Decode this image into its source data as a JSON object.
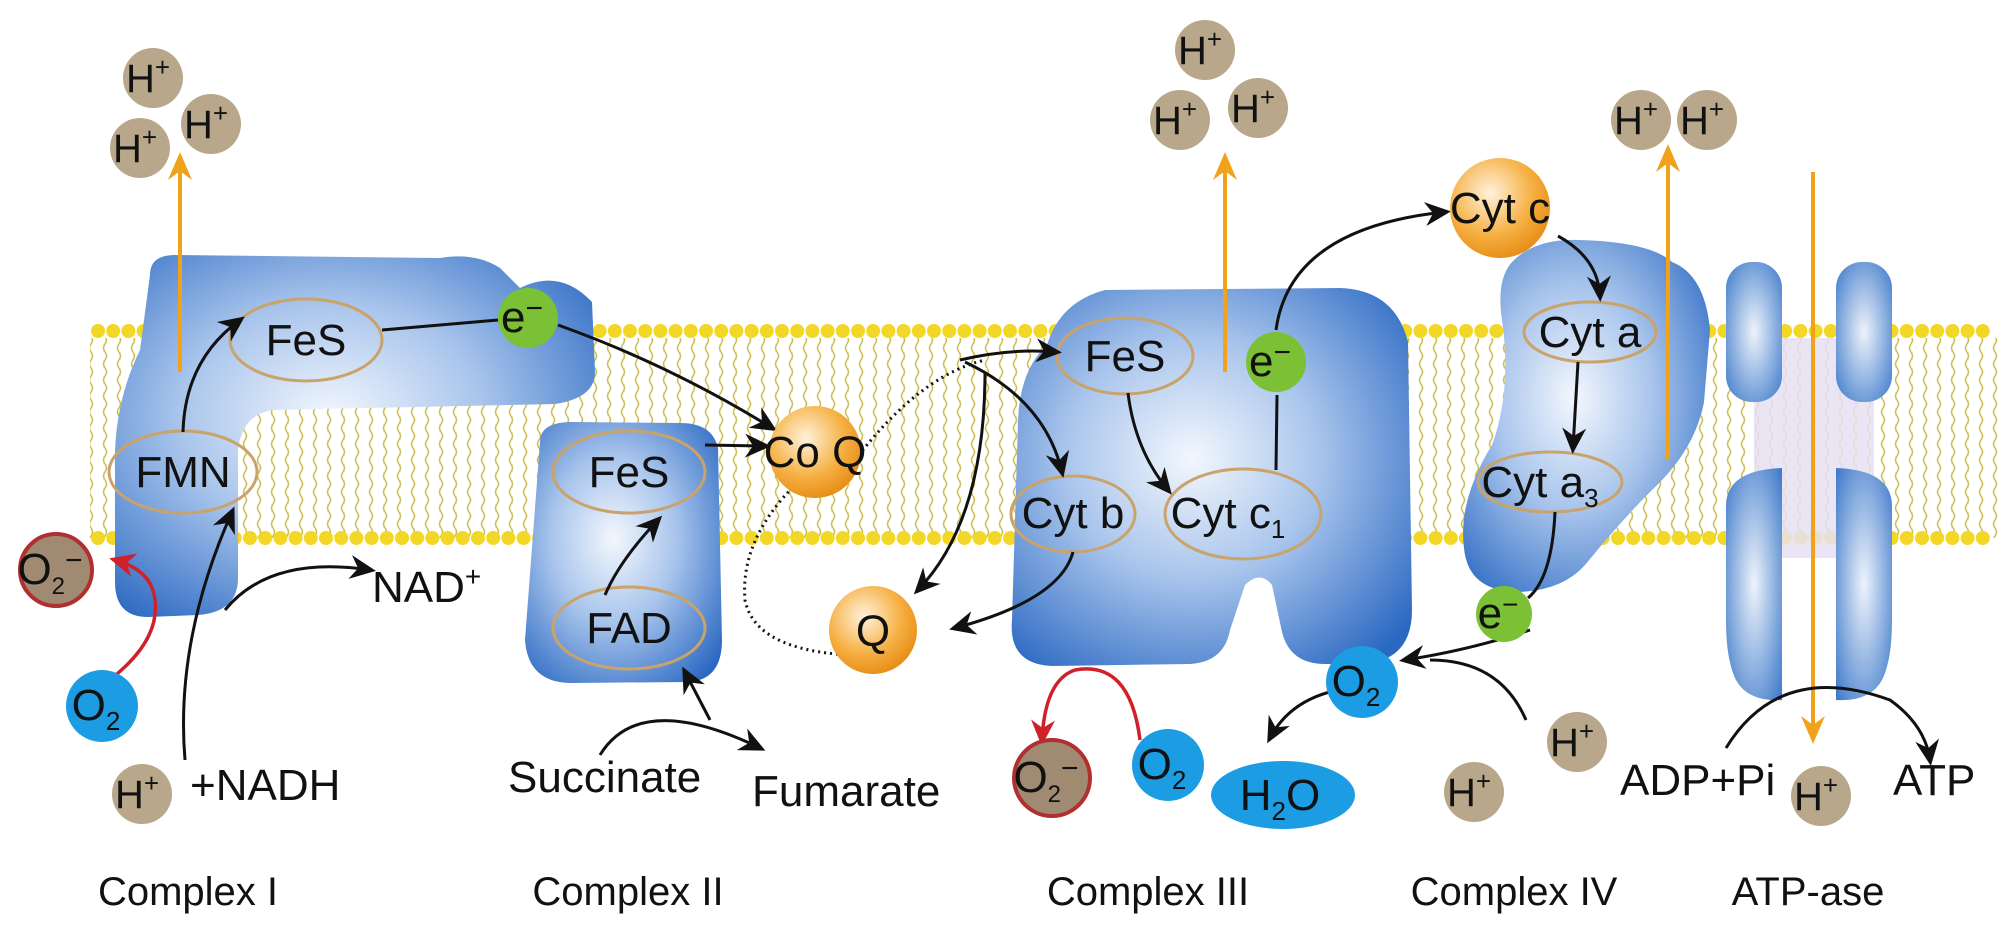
{
  "colors": {
    "protein_dark": "#2a6bc4",
    "protein_light": "#e9f1fb",
    "lipid_head": "#f3d726",
    "lipid_tail": "#cdbf55",
    "proton": "#b8a78a",
    "superoxide": "#a08a72",
    "superoxide_ring": "#b03030",
    "oxygen": "#1c9de3",
    "electron": "#7cc135",
    "quinone": "#f29b22",
    "proton_arrow": "#f0a21a",
    "flow_arrow": "#111111",
    "ros_arrow": "#d0202a",
    "text": "#111111"
  },
  "labels": {
    "proton": "H",
    "plus": "+",
    "electron": "e",
    "electron_sign": "−",
    "oxygen": "O",
    "sub_2": "2",
    "superoxide_sign": "−",
    "fmn": "FMN",
    "fes": "FeS",
    "fad": "FAD",
    "coq": "Co Q",
    "q": "Q",
    "cyt_b": "Cyt b",
    "cyt_c1": "Cyt c",
    "sub_1": "1",
    "cyt_c": "Cyt c",
    "cyt_a": "Cyt a",
    "cyt_a3": "Cyt a",
    "sub_3": "3",
    "nad": "NAD",
    "nad_plus": "+",
    "nadh": "+NADH",
    "succinate": "Succinate",
    "fumarate": "Fumarate",
    "water_h": "H",
    "water_o": "O",
    "adp": "ADP+Pi",
    "atp": "ATP"
  },
  "complexes": [
    "Complex I",
    "Complex II",
    "Complex III",
    "Complex IV",
    "ATP-ase"
  ]
}
